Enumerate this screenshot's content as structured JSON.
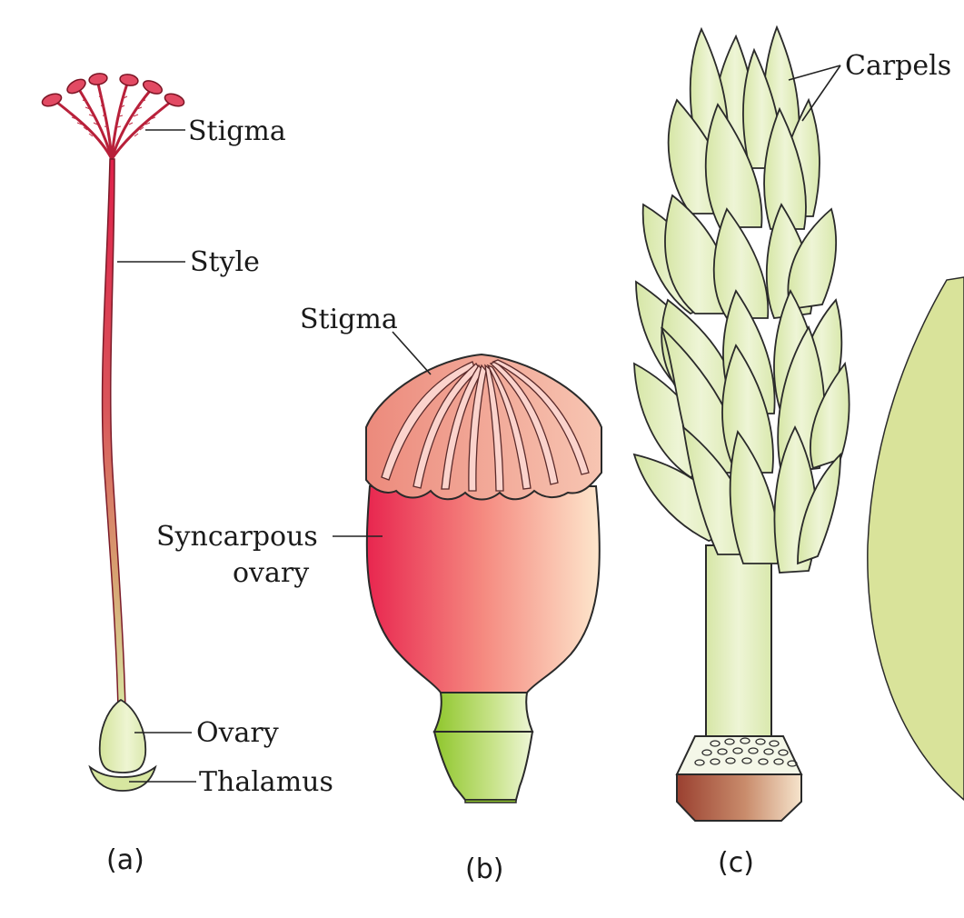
{
  "figure_a": {
    "caption": "(a)",
    "labels": {
      "stigma": "Stigma",
      "style": "Style",
      "ovary": "Ovary",
      "thalamus": "Thalamus"
    }
  },
  "figure_b": {
    "caption": "(b)",
    "labels": {
      "stigma": "Stigma",
      "ovary_line1": "Syncarpous",
      "ovary_line2": "ovary"
    }
  },
  "figure_c": {
    "caption": "(c)",
    "labels": {
      "carpels": "Carpels"
    }
  },
  "colors": {
    "stigma_red": "#d9364f",
    "style_top": "#e0204a",
    "style_bottom": "#d8e6a2",
    "leaf_green": "#e2edc0",
    "leaf_dark": "#c9dc96",
    "ovary_b_left": "#e8264f",
    "ovary_b_right": "#fde6cc",
    "stigma_b": "#f2a898",
    "neck_green": "#9fcf3e",
    "thalamus_brown": "#a0483a",
    "partial_leaf": "#d9e39a"
  }
}
